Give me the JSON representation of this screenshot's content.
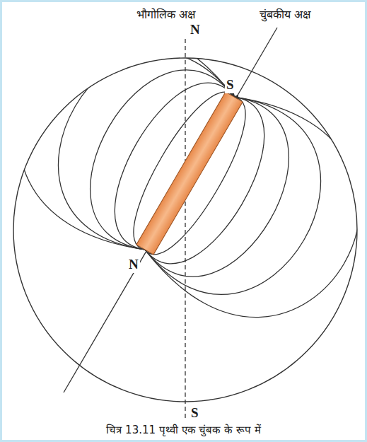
{
  "diagram": {
    "caption": "चित्र 13.11 पृथ्वी एक चुंबक के रूप में",
    "labels": [
      "भौगोलिक अक्ष",
      "N",
      "चुंबकीय अक्ष",
      "S",
      "N",
      "S"
    ]
  }
}
